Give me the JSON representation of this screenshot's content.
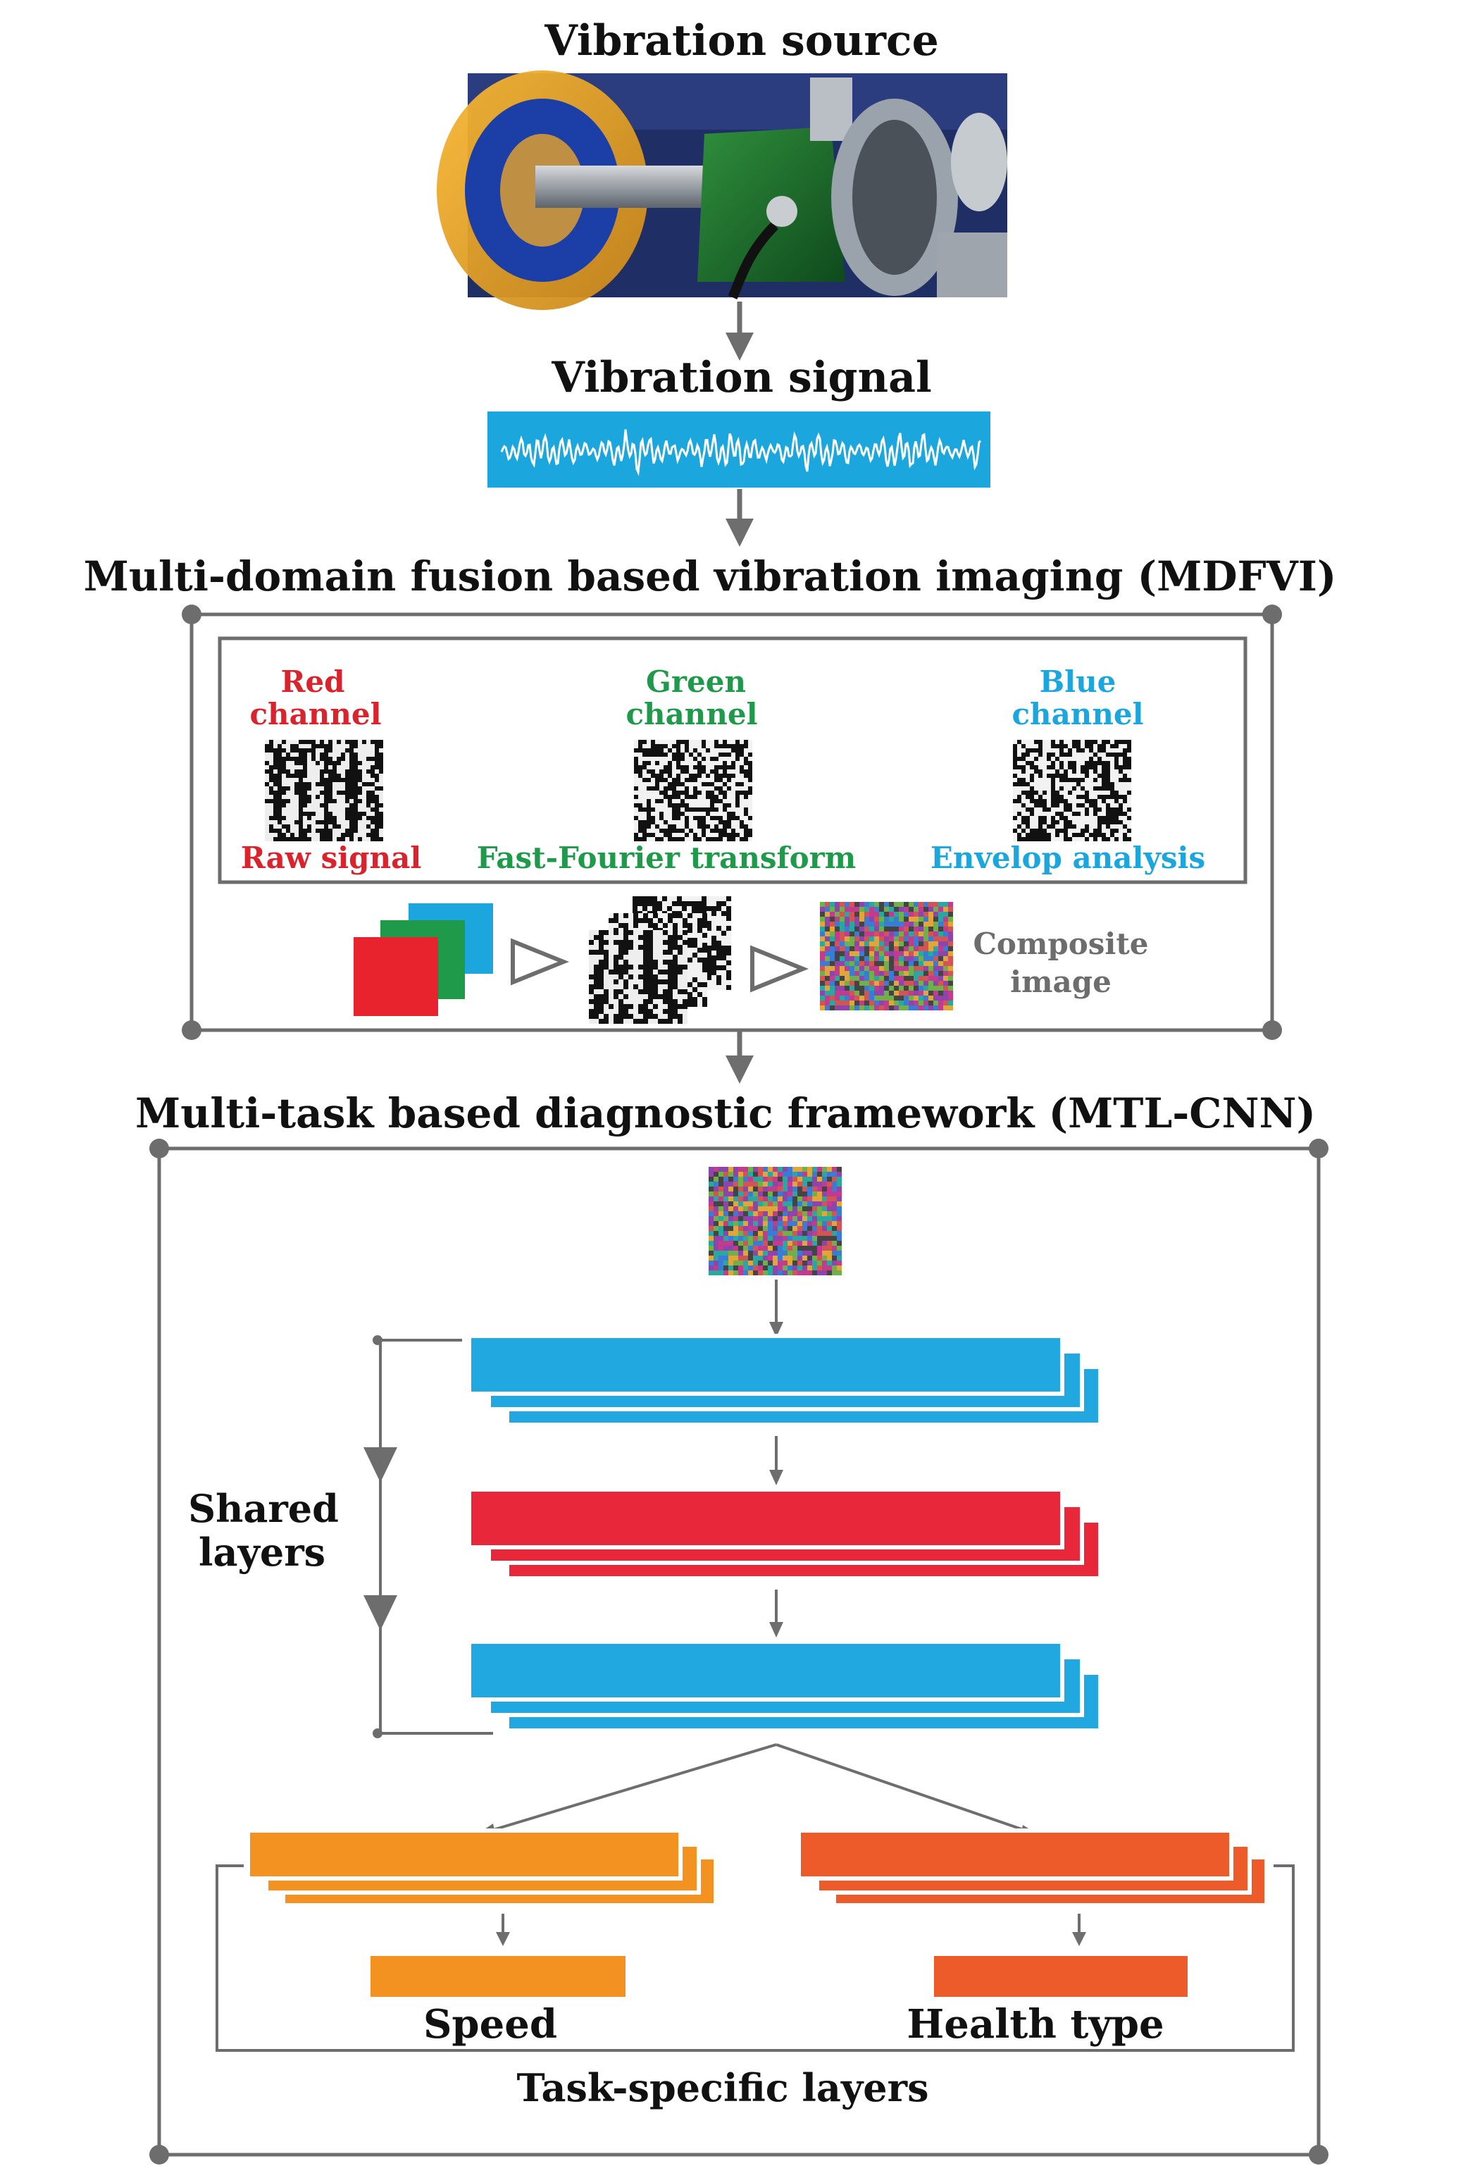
{
  "source": {
    "title": "Vibration source"
  },
  "signal": {
    "title": "Vibration signal"
  },
  "mdfvi": {
    "title": "Multi-domain fusion based vibration imaging (MDFVI)",
    "channels": [
      {
        "name_line1": "Red",
        "name_line2": "channel",
        "method": "Raw signal",
        "color": "#d9232d"
      },
      {
        "name_line1": "Green",
        "name_line2": "channel",
        "method": "Fast-Fourier transform",
        "color": "#1e9a4a"
      },
      {
        "name_line1": "Blue",
        "name_line2": "channel",
        "method": "Envelop analysis",
        "color": "#1ba7dd"
      }
    ],
    "composite_line1": "Composite",
    "composite_line2": "image"
  },
  "mtl": {
    "title": "Multi-task based diagnostic framework (MTL-CNN)",
    "shared_line1": "Shared",
    "shared_line2": "layers",
    "outputs": [
      "Speed",
      "Health type"
    ],
    "task_label": "Task-specific layers"
  },
  "colors": {
    "blue": "#22a8e0",
    "red": "#e8283a",
    "orange": "#f39221",
    "dark_orange": "#ee5b2b",
    "frame": "#6d6d6d",
    "arrow": "#6e6e6e"
  }
}
